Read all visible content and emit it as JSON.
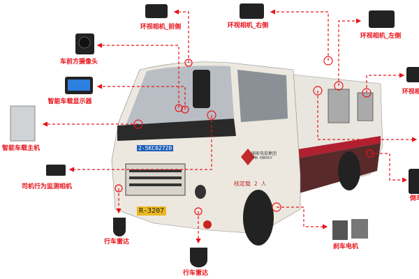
{
  "labels": {
    "cam_front": "环视相机_前侧",
    "cam_right": "环视相机_右侧",
    "cam_left": "环视相机_左侧",
    "cam_rear": "环视相机_后侧",
    "front_camera": "车前方摄像头",
    "display": "智能车载显示器",
    "host": "智能车载主机",
    "driver_cam": "司机行为监测相机",
    "radar_left": "行车雷达",
    "radar_bottom": "行车雷达",
    "brake_motor": "刹车电机",
    "reverse_radar": "倒车雷达"
  },
  "truck": {
    "front_plate": "2-5KC02720",
    "rear_plate": "R-3207",
    "capacity": "核定载 2 人",
    "brand_cn": "国家电投集团",
    "brand_en": "CHN ENERGY"
  },
  "colors": {
    "accent": "#e8141b",
    "plate_blue": "#1f5fb8",
    "plate_yellow": "#e8b820",
    "body": "#ece8df",
    "stripe": "#b02030",
    "lower": "#5a2a2a"
  }
}
